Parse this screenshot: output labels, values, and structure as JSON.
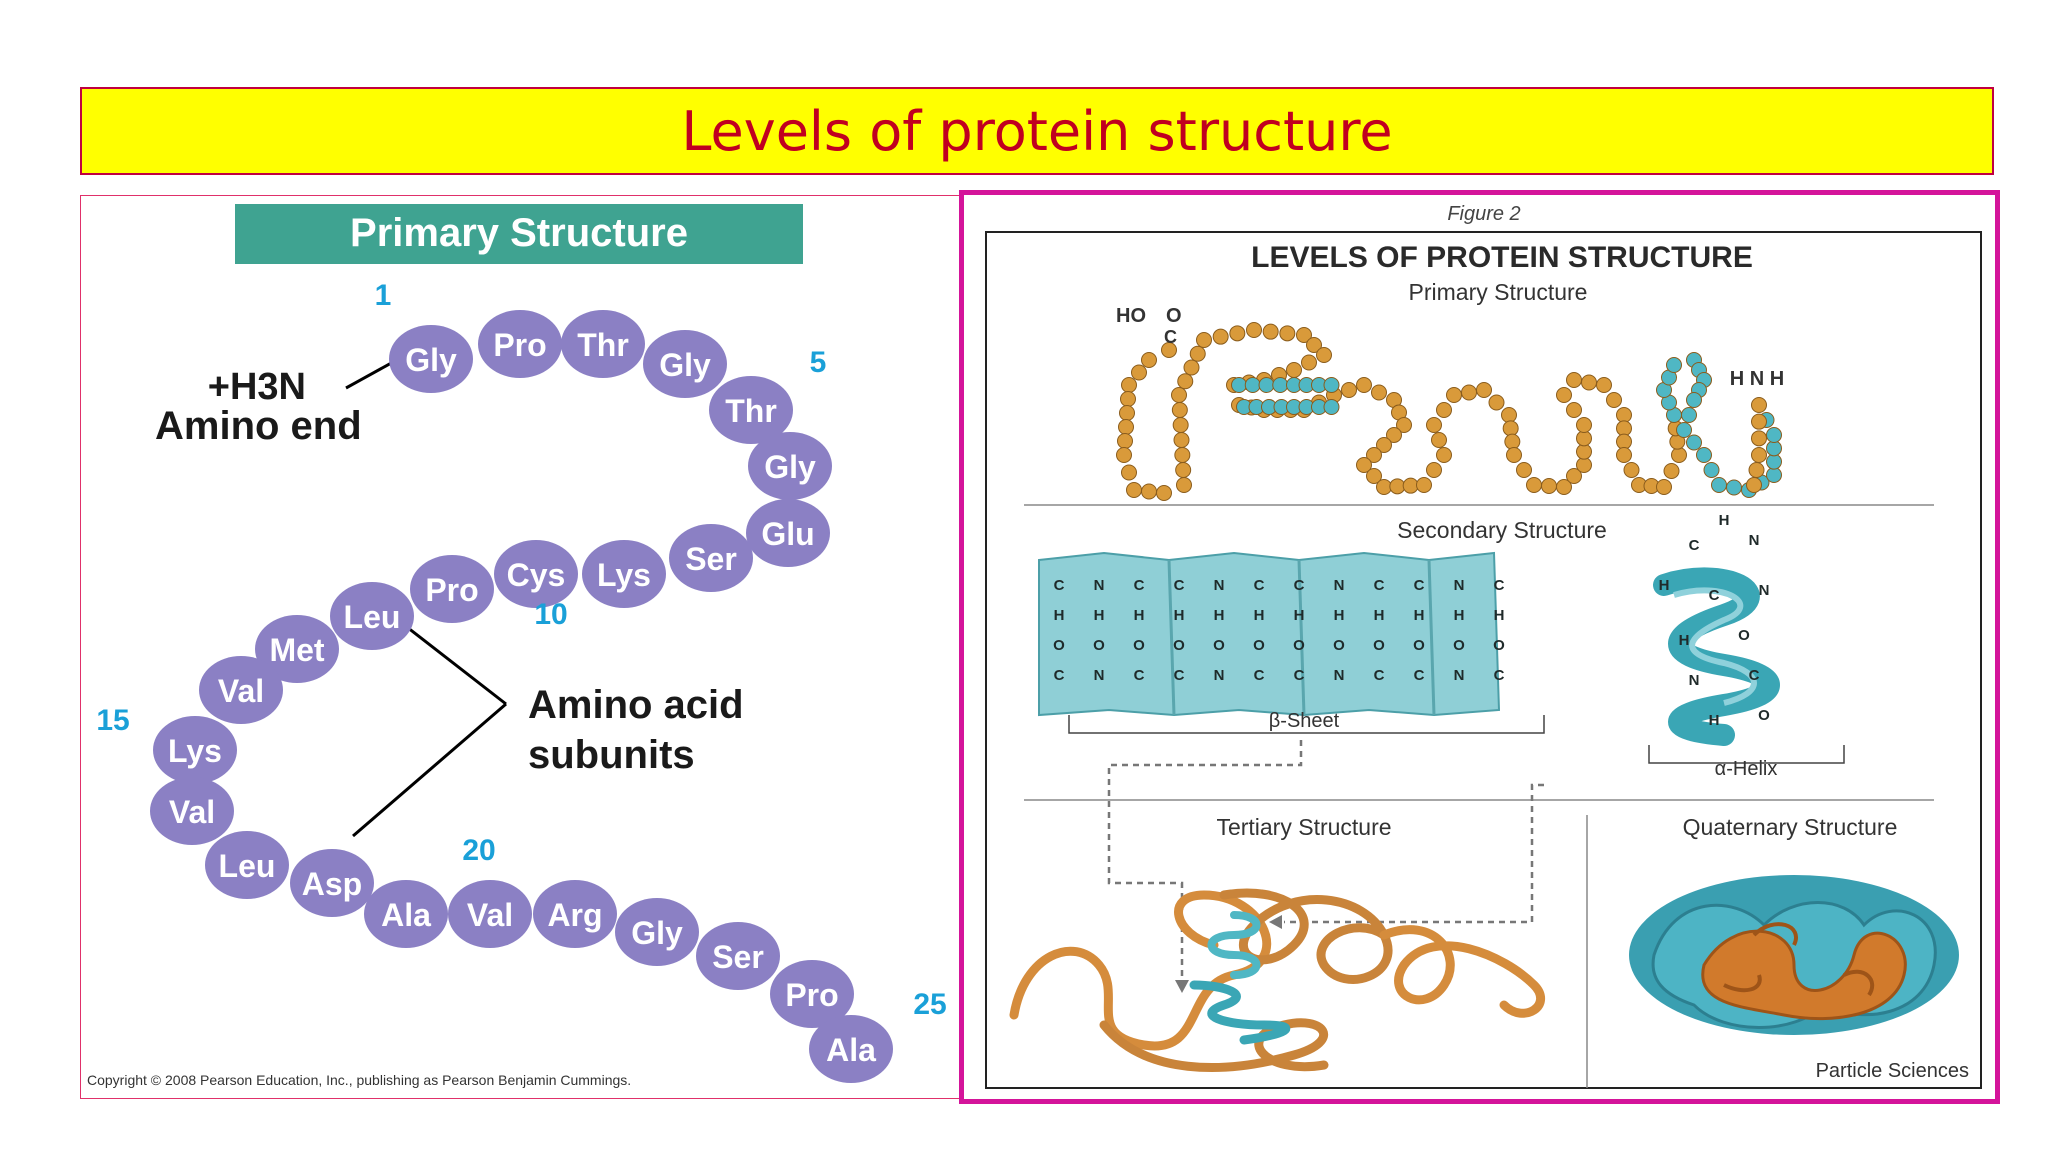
{
  "slide": {
    "title": "Levels of protein structure"
  },
  "primary_panel": {
    "heading": "Primary Structure",
    "amino_group": "+H3N",
    "amino_end_label": "Amino end",
    "subunits_label_line1": "Amino acid",
    "subunits_label_line2": "subunits",
    "copyright": "Copyright © 2008 Pearson Education, Inc., publishing as Pearson Benjamin Cummings.",
    "residue_numbers": [
      "1",
      "5",
      "10",
      "15",
      "20",
      "25"
    ],
    "residues": [
      "Gly",
      "Pro",
      "Thr",
      "Gly",
      "Thr",
      "Gly",
      "Glu",
      "Ser",
      "Lys",
      "Cys",
      "Pro",
      "Leu",
      "Met",
      "Val",
      "Lys",
      "Val",
      "Leu",
      "Asp",
      "Ala",
      "Val",
      "Arg",
      "Gly",
      "Ser",
      "Pro",
      "Ala"
    ],
    "residue_color": "#8b80c4",
    "number_color": "#1aa0d8"
  },
  "figure_panel": {
    "caption": "Figure 2",
    "heading": "LEVELS OF PROTEIN STRUCTURE",
    "primary_label": "Primary Structure",
    "secondary_label": "Secondary Structure",
    "beta_sheet_label": "β-Sheet",
    "alpha_helix_label": "α-Helix",
    "tertiary_label": "Tertiary Structure",
    "quaternary_label": "Quaternary Structure",
    "credit": "Particle Sciences",
    "chain_carboxyl": "HO",
    "chain_amine": "H N H",
    "orange": "#d99a3a",
    "teal": "#4fb7c4"
  }
}
